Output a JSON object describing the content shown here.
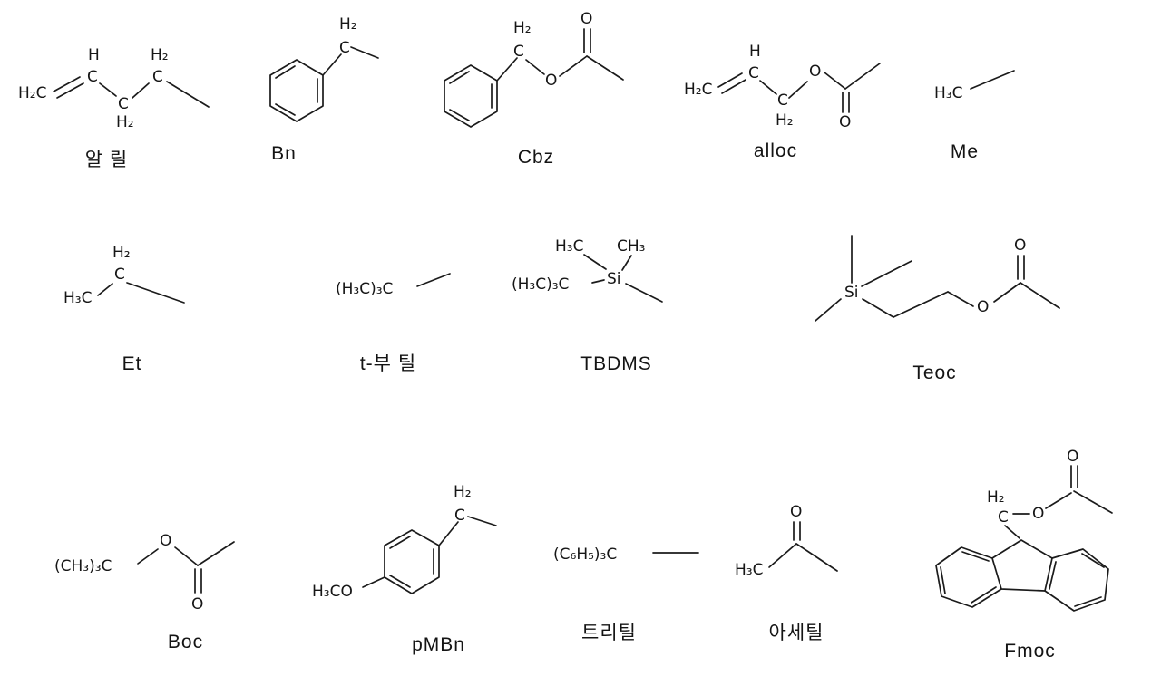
{
  "colors": {
    "ink": "#1b1b1b",
    "background": "#ffffff"
  },
  "groups": [
    {
      "name": "allyl",
      "caption": "알  릴",
      "atoms": {
        "t1": "H₂C",
        "t2": "H",
        "t3": "C",
        "t4": "C",
        "t5": "H₂",
        "t6": "C",
        "t7": "H₂"
      }
    },
    {
      "name": "bn",
      "caption": "Bn",
      "atoms": {
        "t1": "H₂",
        "t2": "C"
      }
    },
    {
      "name": "cbz",
      "caption": "Cbz",
      "atoms": {
        "t1": "H₂",
        "t2": "C",
        "t3": "O",
        "t4": "O"
      }
    },
    {
      "name": "alloc",
      "caption": "alloc",
      "atoms": {
        "t1": "H₂C",
        "t2": "H",
        "t3": "C",
        "t4": "C",
        "t5": "H₂",
        "t6": "O",
        "t7": "O"
      }
    },
    {
      "name": "me",
      "caption": "Me",
      "atoms": {
        "t1": "H₃C"
      }
    },
    {
      "name": "et",
      "caption": "Et",
      "atoms": {
        "t1": "H₃C",
        "t2": "H₂",
        "t3": "C"
      }
    },
    {
      "name": "tbutyl",
      "caption": "t-부 틸",
      "atoms": {
        "t1": "(H₃C)₃C"
      }
    },
    {
      "name": "tbdms",
      "caption": "TBDMS",
      "atoms": {
        "t1": "H₃C",
        "t2": "CH₃",
        "t3": "(H₃C)₃C",
        "t4": "Si"
      }
    },
    {
      "name": "teoc",
      "caption": "Teoc",
      "atoms": {
        "t1": "Si",
        "t2": "O",
        "t3": "O"
      }
    },
    {
      "name": "boc",
      "caption": "Boc",
      "atoms": {
        "t1": "(CH₃)₃C",
        "t2": "O",
        "t3": "O"
      }
    },
    {
      "name": "pmbn",
      "caption": "pMBn",
      "atoms": {
        "t1": "H₂",
        "t2": "C",
        "t3": "H₃CO"
      }
    },
    {
      "name": "trityl",
      "caption": "트리틸",
      "atoms": {
        "t1": "(C₆H₅)₃C"
      }
    },
    {
      "name": "acetyl",
      "caption": "아세틸",
      "atoms": {
        "t1": "H₃C",
        "t2": "O"
      }
    },
    {
      "name": "fmoc",
      "caption": "Fmoc",
      "atoms": {
        "t1": "H₂",
        "t2": "C",
        "t3": "O",
        "t4": "O"
      }
    }
  ]
}
